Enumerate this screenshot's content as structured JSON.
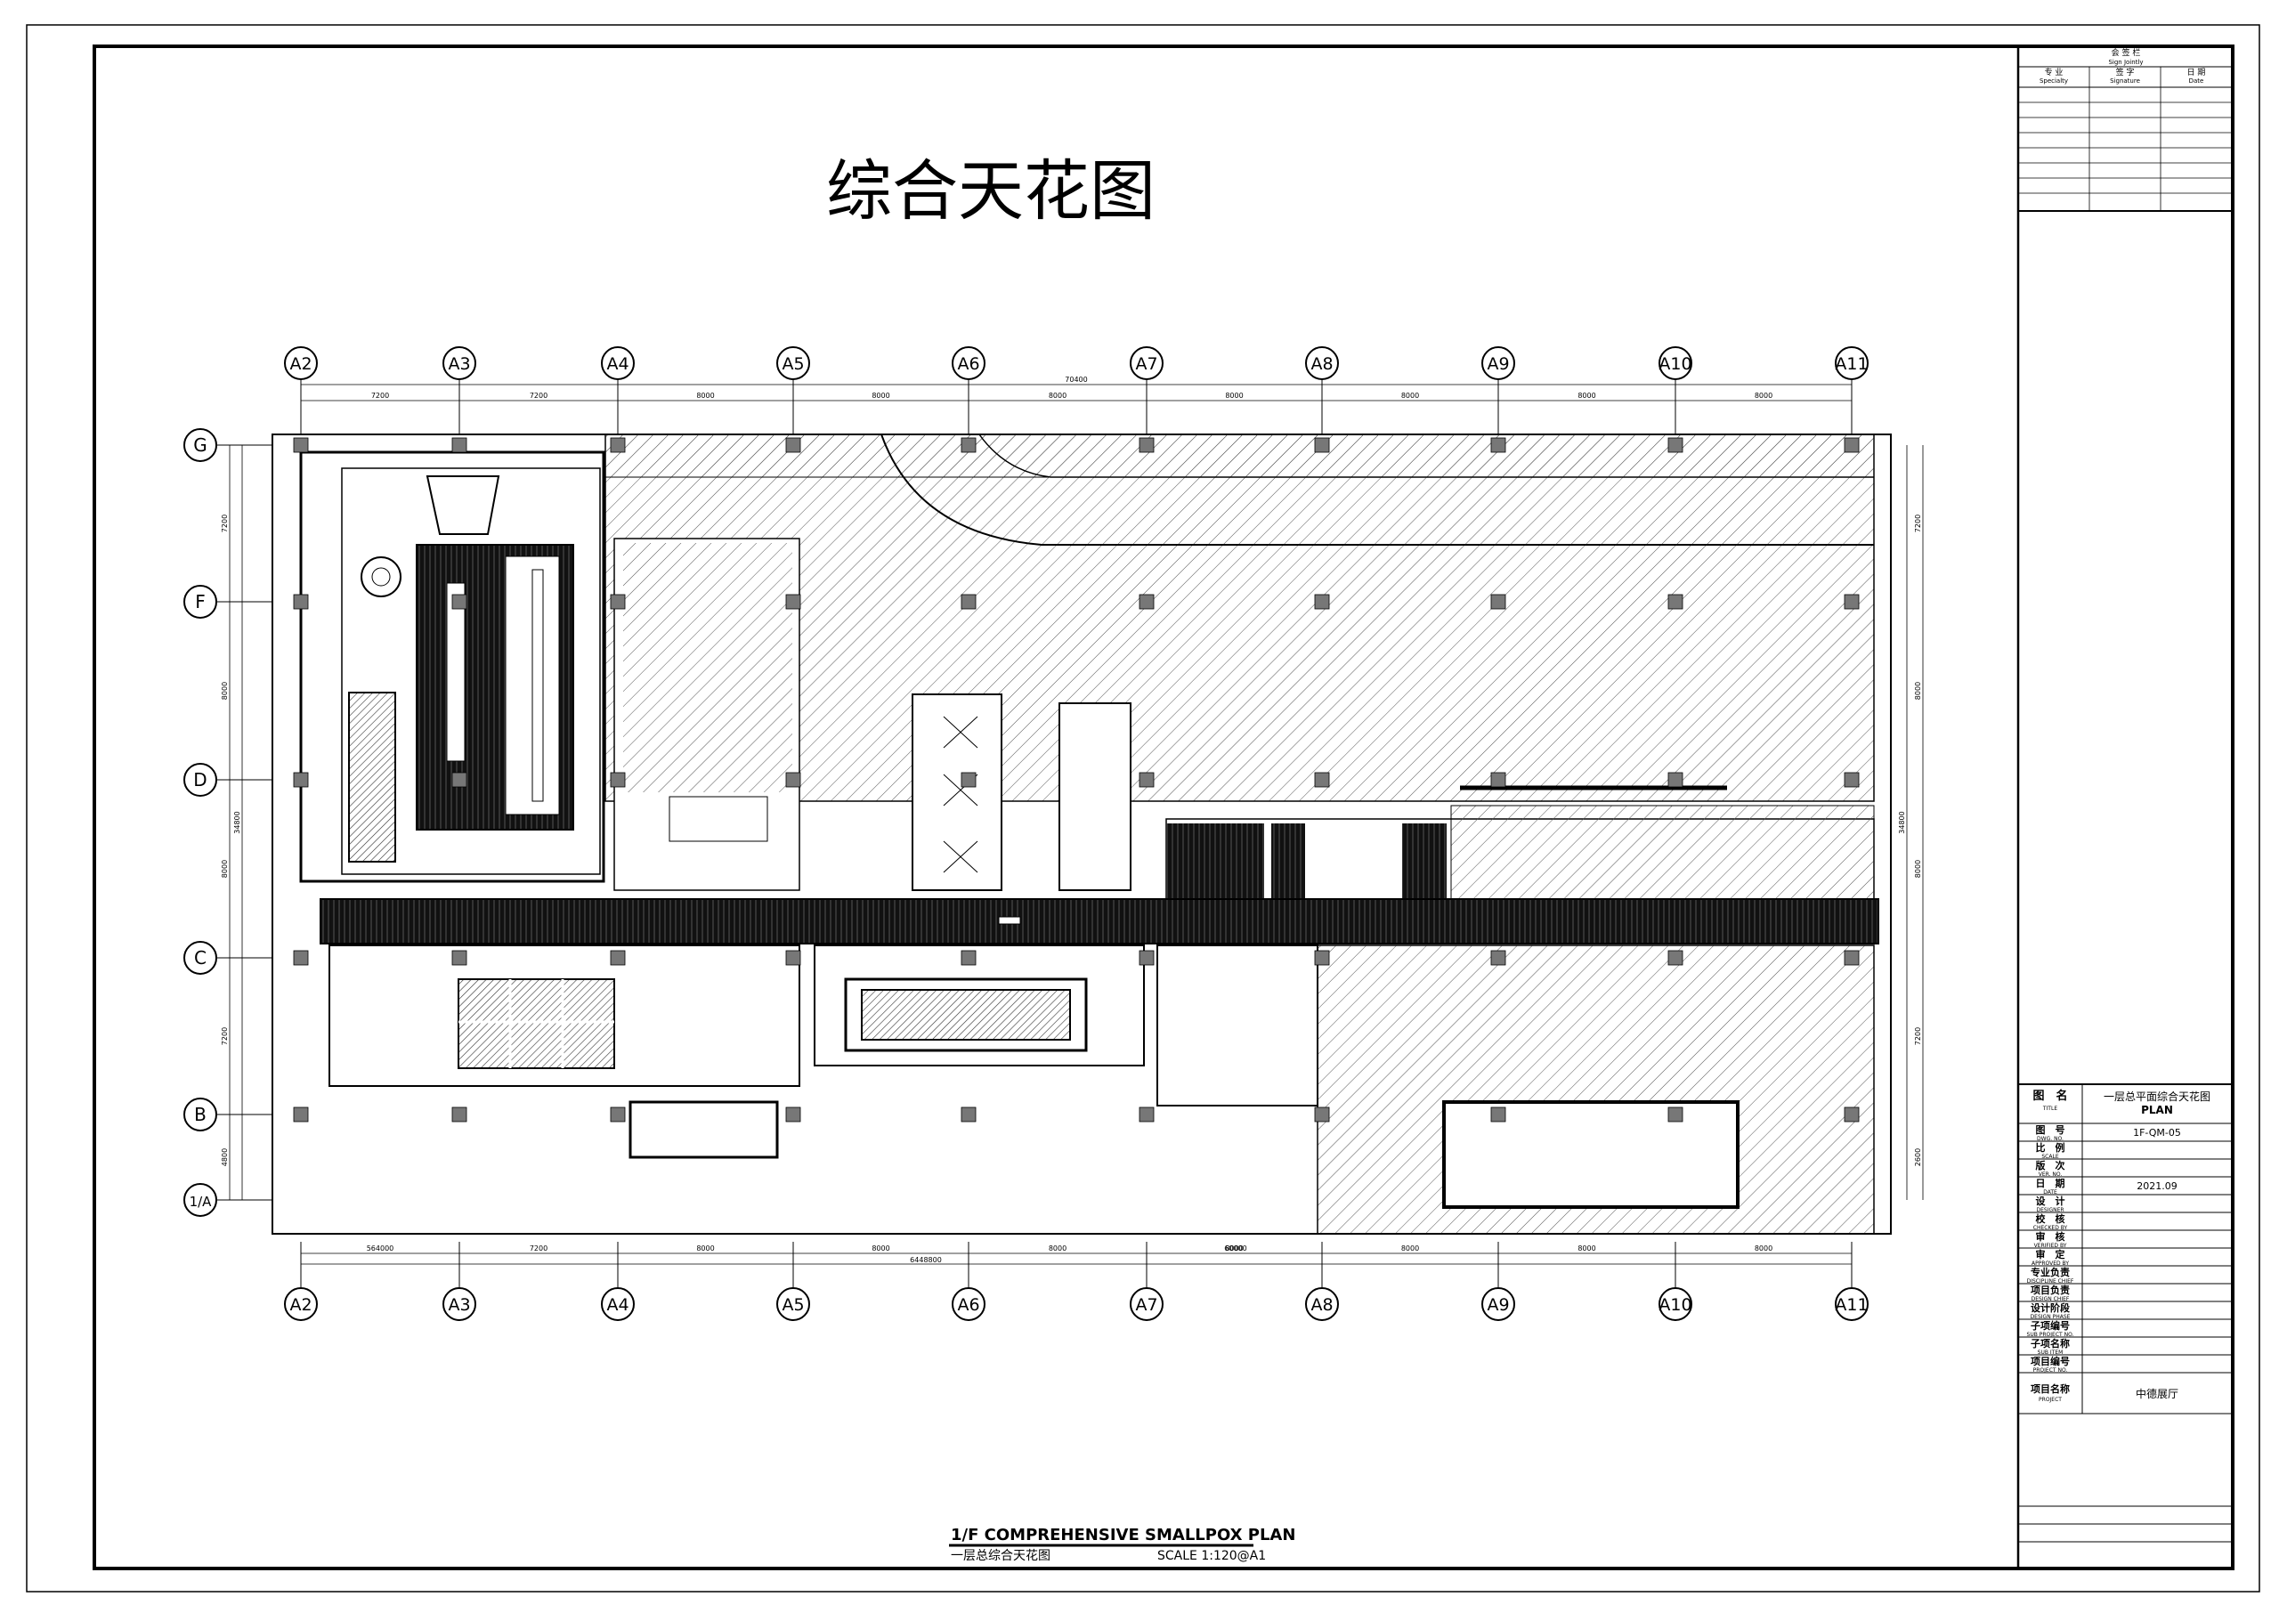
{
  "drawing": {
    "title": "综合天花图",
    "subtitle_en": "1/F  COMPREHENSIVE SMALLPOX  PLAN",
    "subtitle_cn": "一层总综合天花图",
    "scale_note": "SCALE  1:120@A1"
  },
  "grid": {
    "columns": [
      "A2",
      "A3",
      "A4",
      "A5",
      "A6",
      "A7",
      "A8",
      "A9",
      "A10",
      "A11"
    ],
    "rows": [
      "G",
      "F",
      "D",
      "C",
      "B",
      "1/A"
    ],
    "top_dims": [
      "7200",
      "7200",
      "8000",
      "8000",
      "8000",
      "8000",
      "8000",
      "8000",
      "8000"
    ],
    "top_total": "70400",
    "bottom_dims": [
      "564000",
      "7200",
      "8000",
      "8000",
      "8000",
      "8000",
      "8000",
      "8000",
      "8000"
    ],
    "bottom_total": "6448800",
    "bottom_extra": "60000",
    "left_dims": [
      "7200",
      "8000",
      "8000",
      "7200",
      "4800"
    ],
    "left_total": "34800",
    "right_dims": [
      "7200",
      "8000",
      "8000",
      "7200",
      "2600"
    ],
    "right_total": "34800"
  },
  "signblock": {
    "header_cn": "会 签 栏",
    "header_en": "Sign Jointly",
    "col1_cn": "专 业",
    "col1_en": "Specialty",
    "col2_cn": "签 字",
    "col2_en": "Signature",
    "col3_cn": "日 期",
    "col3_en": "Date"
  },
  "titleblock": {
    "rows": [
      {
        "cn": "图　名",
        "en": "TITLE",
        "value": "一层总平面综合天花图",
        "value2": "PLAN"
      },
      {
        "cn": "图　号",
        "en": "DWG. NO.",
        "value": "1F-QM-05"
      },
      {
        "cn": "比　例",
        "en": "SCALE",
        "value": ""
      },
      {
        "cn": "版　次",
        "en": "VER. NO.",
        "value": ""
      },
      {
        "cn": "日　期",
        "en": "DATE",
        "value": "2021.09"
      },
      {
        "cn": "设　计",
        "en": "DESIGNER",
        "value": ""
      },
      {
        "cn": "校　核",
        "en": "CHECKED BY",
        "value": ""
      },
      {
        "cn": "审　核",
        "en": "VERIFIED BY",
        "value": ""
      },
      {
        "cn": "审　定",
        "en": "APPROVED BY",
        "value": ""
      },
      {
        "cn": "专业负责",
        "en": "DISCIPLINE CHIEF",
        "value": ""
      },
      {
        "cn": "项目负责",
        "en": "DESIGN CHIEF",
        "value": ""
      },
      {
        "cn": "设计阶段",
        "en": "DESIGN PHASE",
        "value": ""
      },
      {
        "cn": "子项编号",
        "en": "SUB PROJECT NO.",
        "value": ""
      },
      {
        "cn": "子项名称",
        "en": "SUB ITEM",
        "value": ""
      },
      {
        "cn": "项目编号",
        "en": "PROJECT NO.",
        "value": ""
      }
    ],
    "project_cn": "项目名称",
    "project_en": "PROJECT",
    "project_value": "中德展厅"
  }
}
